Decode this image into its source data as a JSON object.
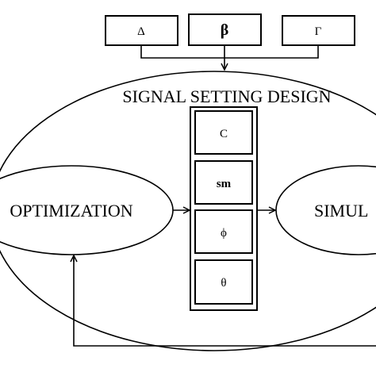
{
  "title": "SIGNAL SETTING DESIGN",
  "inputs": [
    {
      "label": "Δ"
    },
    {
      "label": "β"
    },
    {
      "label": "Γ"
    }
  ],
  "stack": [
    {
      "label": "C"
    },
    {
      "label": "sm"
    },
    {
      "label": "ϕ"
    },
    {
      "label": "θ"
    }
  ],
  "optimization": "OPTIMIZATION",
  "simulation": "SIMUL"
}
